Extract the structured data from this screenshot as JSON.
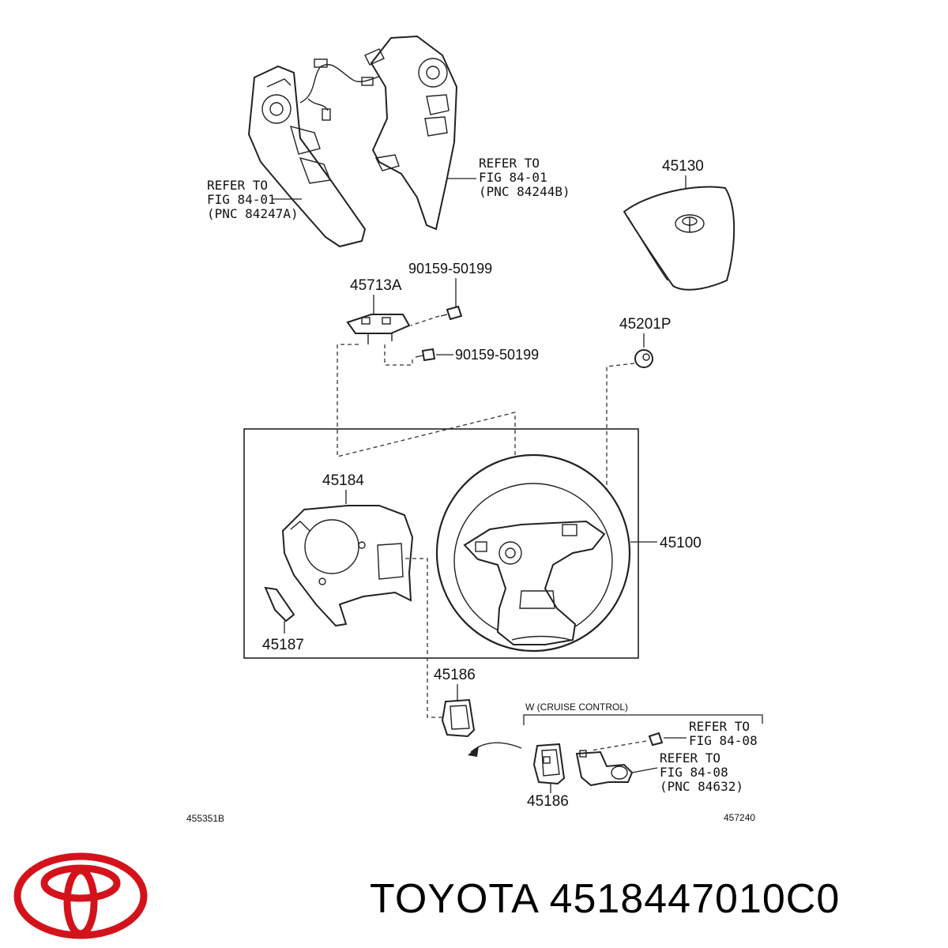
{
  "labels": {
    "ref_left": [
      "REFER TO",
      "FIG 84-01",
      "(PNC 84247A)"
    ],
    "ref_right": [
      "REFER TO",
      "FIG 84-01",
      "(PNC 84244B)"
    ],
    "p45130": "45130",
    "p45713A": "45713A",
    "p90159_top": "90159-50199",
    "p90159_mid": "90159-50199",
    "p45201P": "45201P",
    "p45184": "45184",
    "p45100": "45100",
    "p45187": "45187",
    "p45186_top": "45186",
    "p45186_bottom": "45186",
    "cruise_heading": "W (CRUISE CONTROL)",
    "ref_cruise_a": [
      "REFER TO",
      "FIG 84-08"
    ],
    "ref_cruise_b": [
      "REFER TO",
      "FIG 84-08",
      "(PNC 84632)"
    ],
    "code_left": "455351B",
    "code_right": "457240"
  },
  "brand": {
    "name": "TOYOTA",
    "part_number": "4518447010C0",
    "logo_color": "#d4121b"
  }
}
